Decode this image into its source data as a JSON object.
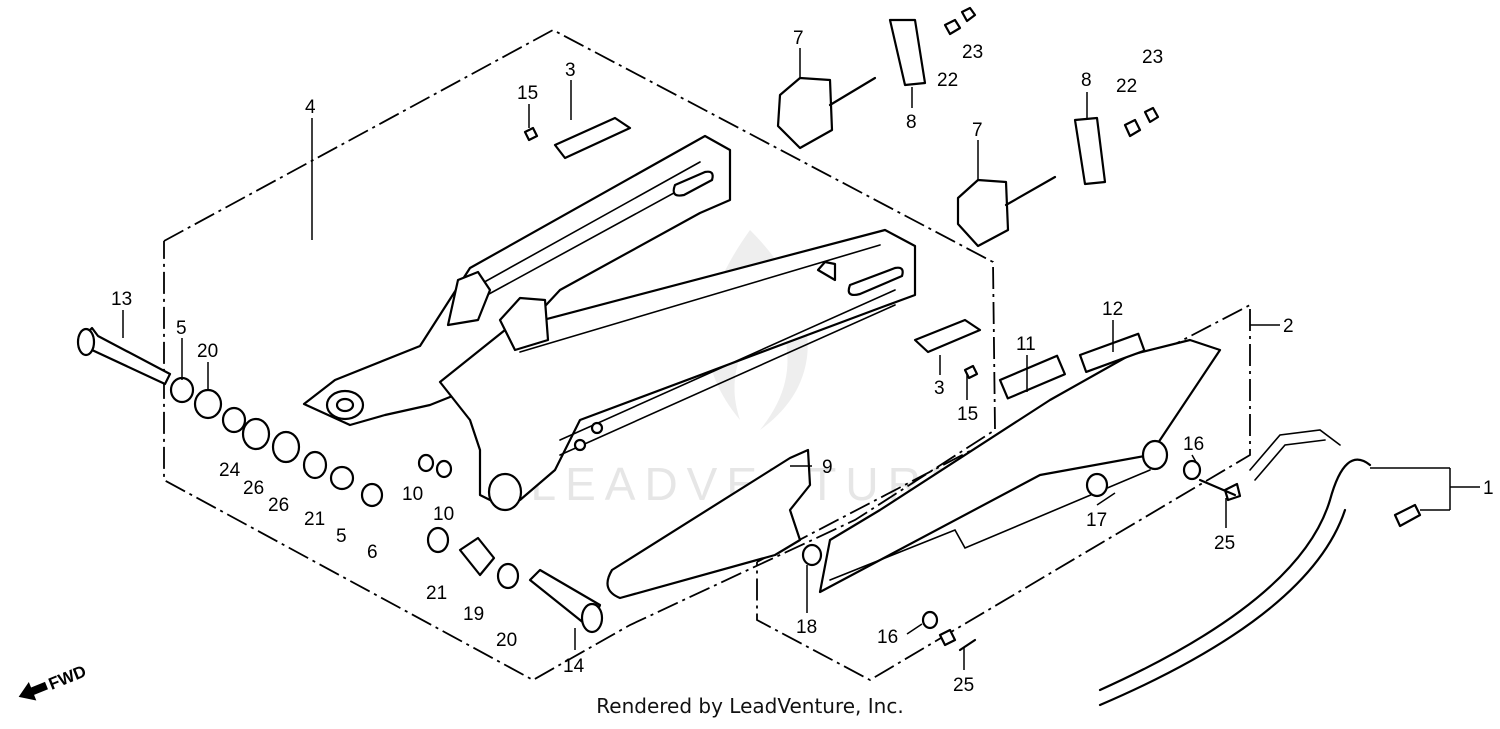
{
  "diagram": {
    "callouts": [
      "1",
      "2",
      "3",
      "3",
      "4",
      "5",
      "5",
      "6",
      "7",
      "7",
      "8",
      "8",
      "9",
      "10",
      "10",
      "11",
      "12",
      "13",
      "14",
      "15",
      "15",
      "16",
      "16",
      "17",
      "18",
      "19",
      "20",
      "20",
      "21",
      "21",
      "22",
      "22",
      "23",
      "23",
      "24",
      "25",
      "25",
      "26",
      "26"
    ],
    "fwd_label": "FWD",
    "watermark": "LEADVENTURE"
  },
  "footer": {
    "credit": "Rendered by LeadVenture, Inc."
  },
  "colors": {
    "ink": "#000000",
    "paper": "#ffffff",
    "watermark": "#e6e6e6"
  }
}
